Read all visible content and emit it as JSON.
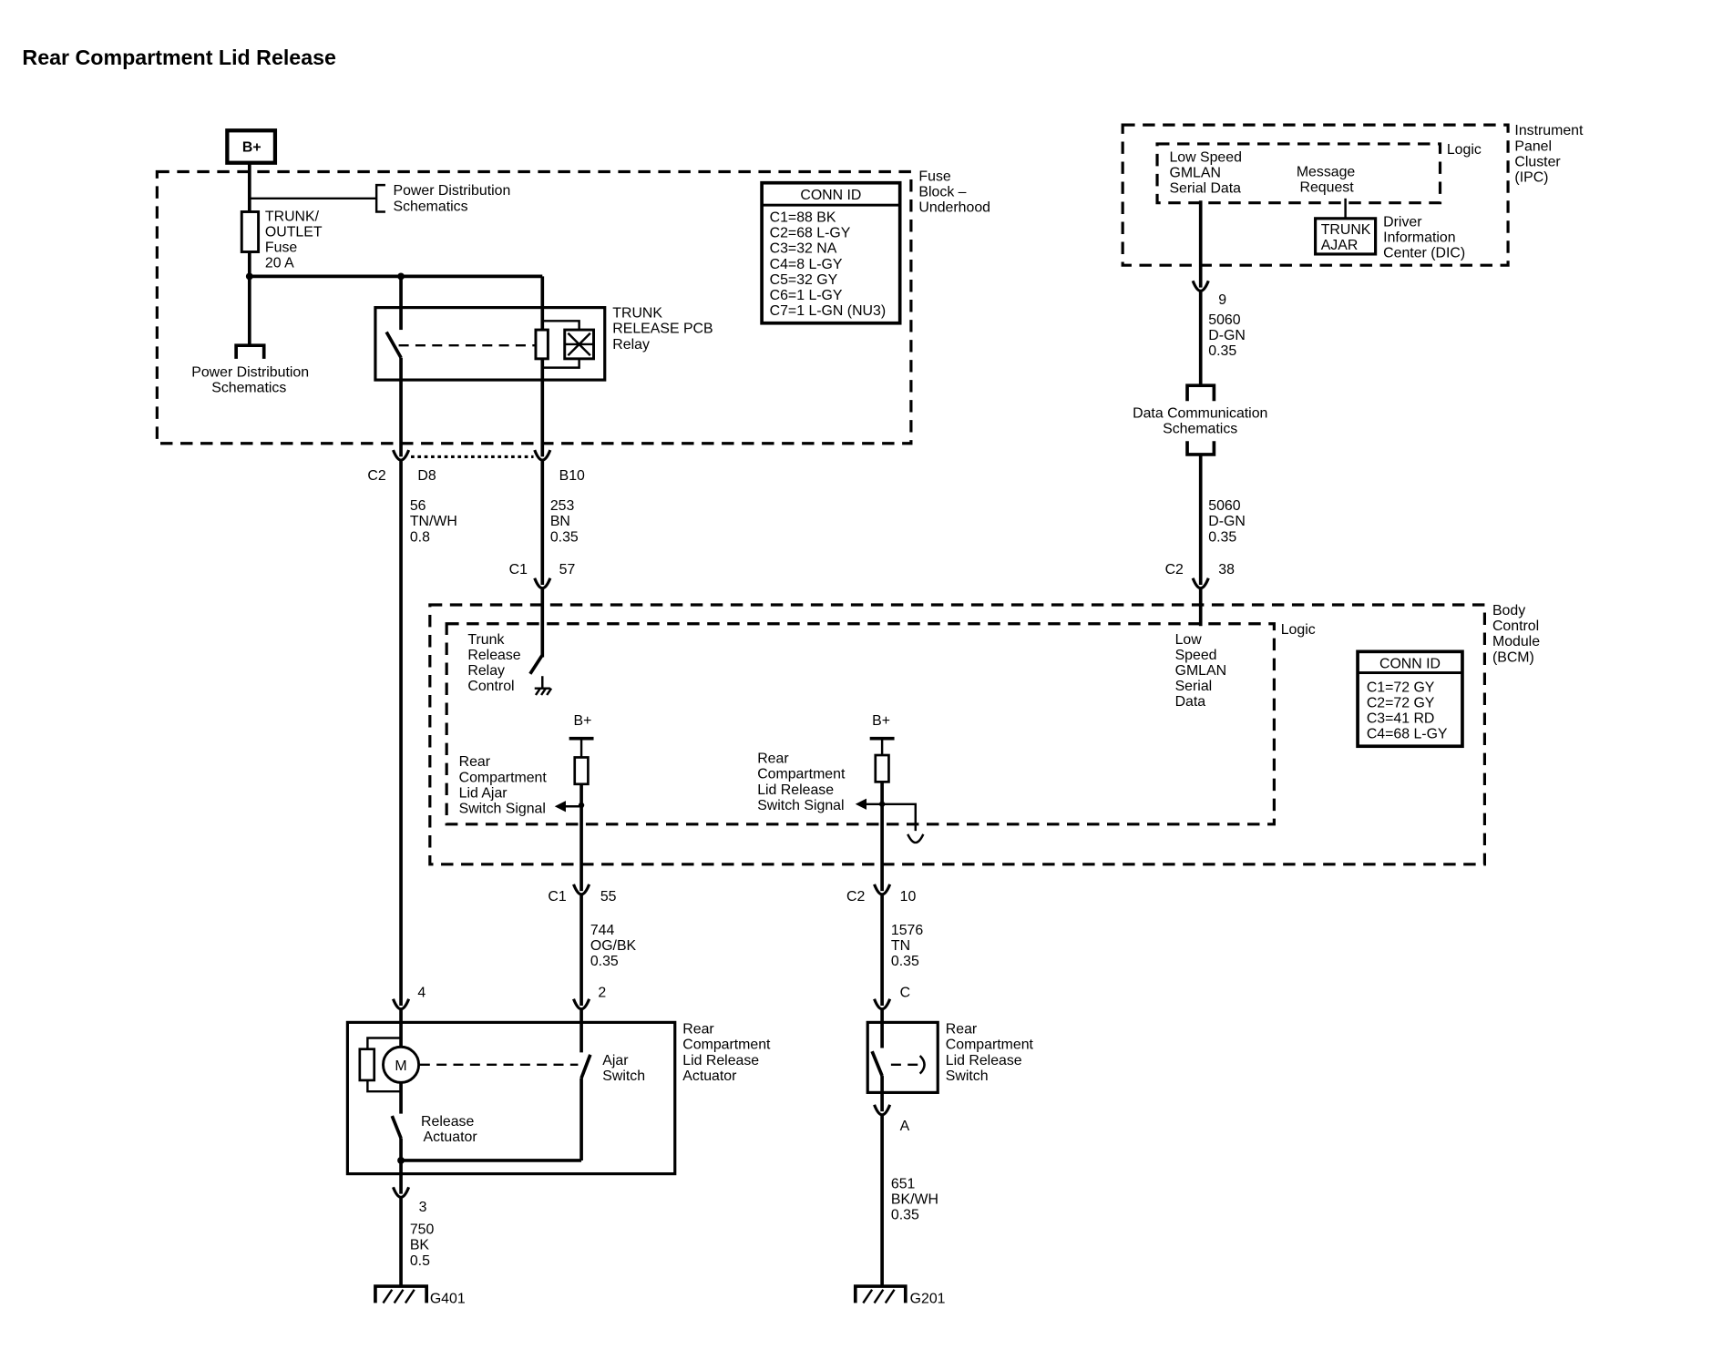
{
  "title": "Rear Compartment Lid Release",
  "source": {
    "b_plus": "B+"
  },
  "fuse_block": {
    "label": [
      "Fuse",
      "Block –",
      "Underhood"
    ],
    "power_distribution_top": [
      "Power Distribution",
      "Schematics"
    ],
    "power_distribution_bottom": [
      "Power Distribution",
      "Schematics"
    ],
    "fuse": [
      "TRUNK/",
      "OUTLET",
      "Fuse",
      "20 A"
    ],
    "relay": [
      "TRUNK",
      "RELEASE PCB",
      "Relay"
    ],
    "conn_id": {
      "header": "CONN ID",
      "rows": [
        "C1=88 BK",
        "C2=68 L-GY",
        "C3=32 NA",
        "C4=8 L-GY",
        "C5=32 GY",
        "C6=1 L-GY",
        "C7=1 L-GN (NU3)"
      ]
    },
    "connector_c2": "C2",
    "pin_d8": "D8",
    "pin_b10": "B10"
  },
  "wires": {
    "w56": [
      "56",
      "TN/WH",
      "0.8"
    ],
    "w253": [
      "253",
      "BN",
      "0.35"
    ],
    "w5060_upper": [
      "5060",
      "D-GN",
      "0.35"
    ],
    "w5060_lower": [
      "5060",
      "D-GN",
      "0.35"
    ],
    "w744": [
      "744",
      "OG/BK",
      "0.35"
    ],
    "w1576": [
      "1576",
      "TN",
      "0.35"
    ],
    "w750": [
      "750",
      "BK",
      "0.5"
    ],
    "w651": [
      "651",
      "BK/WH",
      "0.35"
    ]
  },
  "ipc": {
    "label": [
      "Instrument",
      "Panel",
      "Cluster",
      "(IPC)"
    ],
    "logic": "Logic",
    "gmlan": [
      "Low Speed",
      "GMLAN",
      "Serial Data"
    ],
    "message": [
      "Message",
      "Request"
    ],
    "trunk_ajar": [
      "TRUNK",
      "AJAR"
    ],
    "dic": [
      "Driver",
      "Information",
      "Center (DIC)"
    ],
    "pin_9": "9"
  },
  "data_communication": [
    "Data Communication",
    "Schematics"
  ],
  "bcm": {
    "label": [
      "Body",
      "Control",
      "Module",
      "(BCM)"
    ],
    "logic": "Logic",
    "conn_id": {
      "header": "CONN ID",
      "rows": [
        "C1=72 GY",
        "C2=72 GY",
        "C3=41 RD",
        "C4=68 L-GY"
      ]
    },
    "relay_control": [
      "Trunk",
      "Release",
      "Relay",
      "Control"
    ],
    "gmlan": [
      "Low",
      "Speed",
      "GMLAN",
      "Serial",
      "Data"
    ],
    "ajar_signal": [
      "Rear",
      "Compartment",
      "Lid Ajar",
      "Switch Signal"
    ],
    "release_signal": [
      "Rear",
      "Compartment",
      "Lid Release",
      "Switch Signal"
    ],
    "b_plus_ajar": "B+",
    "b_plus_release": "B+",
    "conn_c1_57": [
      "C1",
      "57"
    ],
    "conn_c2_38": [
      "C2",
      "38"
    ],
    "conn_c1_55": [
      "C1",
      "55"
    ],
    "conn_c2_10": [
      "C2",
      "10"
    ]
  },
  "actuator": {
    "label": [
      "Rear",
      "Compartment",
      "Lid Release",
      "Actuator"
    ],
    "motor": "M",
    "release_actuator": [
      "Release",
      "Actuator"
    ],
    "ajar_switch": [
      "Ajar",
      "Switch"
    ],
    "pin_4": "4",
    "pin_2": "2",
    "pin_3": "3"
  },
  "switch": {
    "label": [
      "Rear",
      "Compartment",
      "Lid Release",
      "Switch"
    ],
    "pin_c": "C",
    "pin_a": "A"
  },
  "grounds": {
    "g401": "G401",
    "g201": "G201"
  }
}
